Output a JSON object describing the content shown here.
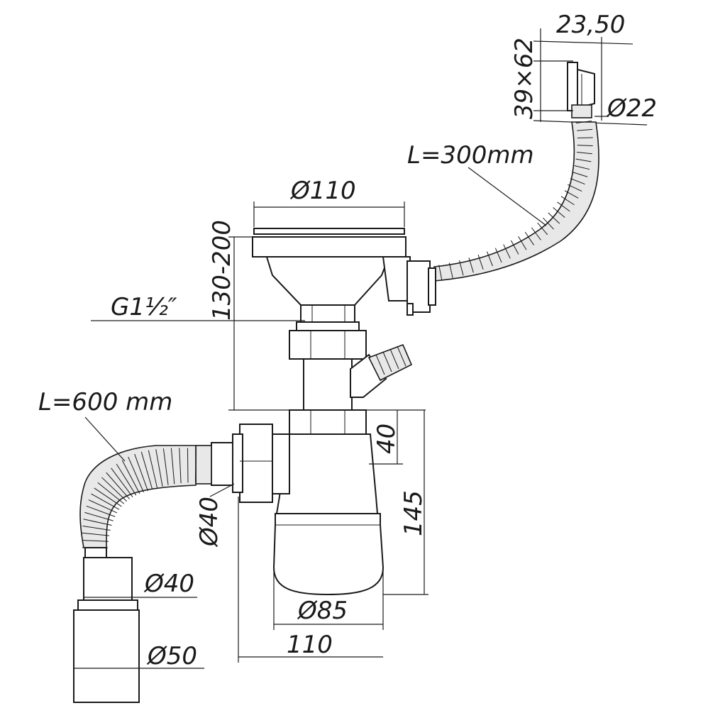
{
  "labels": {
    "outlet_width": "23,50",
    "outlet_size": "39×62",
    "hose_diameter": "Ø22",
    "overflow_hose_length": "L=300mm",
    "strainer_diameter": "Ø110",
    "height_range": "130-200",
    "thread": "G1½″",
    "flex_hose_length": "L=600 mm",
    "nut_height": "40",
    "trap_height": "145",
    "side_outlet_diameter": "Ø40",
    "pipe_diameter_40": "Ø40",
    "bottle_diameter": "Ø85",
    "pipe_diameter_50": "Ø50",
    "total_width": "110"
  }
}
